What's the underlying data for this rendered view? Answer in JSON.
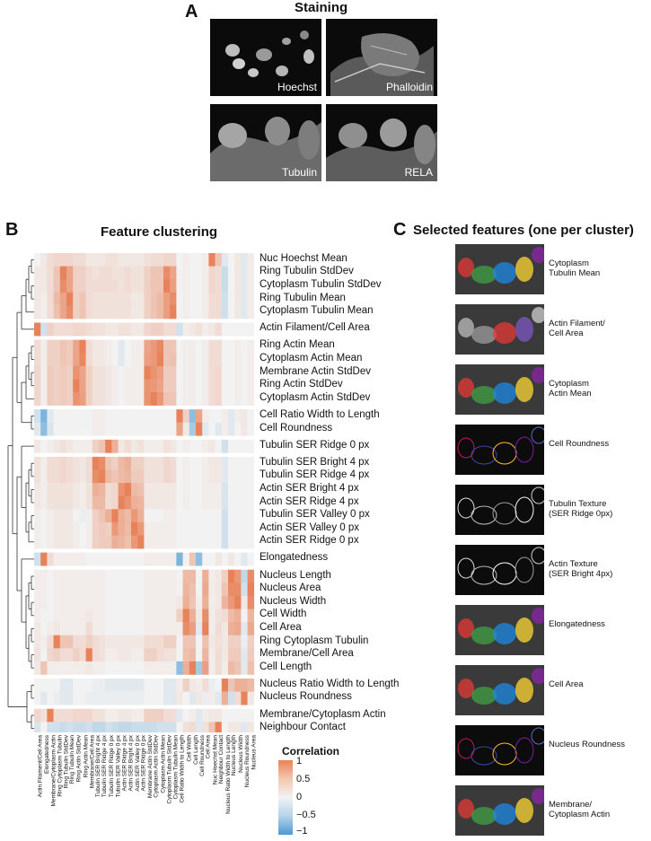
{
  "panel_a": {
    "letter": "A",
    "title": "Staining",
    "images": [
      {
        "label": "Hoechst"
      },
      {
        "label": "Phalloidin"
      },
      {
        "label": "Tubulin"
      },
      {
        "label": "RELA"
      }
    ]
  },
  "panel_b": {
    "letter": "B",
    "title": "Feature clustering"
  },
  "panel_c": {
    "letter": "C",
    "title": "Selected features (one per cluster)",
    "items": [
      {
        "label_line1": "Cytoplasm",
        "label_line2": "Tubulin Mean"
      },
      {
        "label_line1": "Actin Filament/",
        "label_line2": "Cell Area"
      },
      {
        "label_line1": "Cytoplasm",
        "label_line2": "Actin Mean"
      },
      {
        "label_line1": "Cell Roundness",
        "label_line2": ""
      },
      {
        "label_line1": "Tubulin Texture",
        "label_line2": "(SER Ridge 0px)"
      },
      {
        "label_line1": "Actin Texture",
        "label_line2": "(SER Bright 4px)"
      },
      {
        "label_line1": "Elongatedness",
        "label_line2": ""
      },
      {
        "label_line1": "Cell Area",
        "label_line2": ""
      },
      {
        "label_line1": "Nucleus Roundness",
        "label_line2": ""
      },
      {
        "label_line1": "Membrane/",
        "label_line2": "Cytoplasm Actin"
      }
    ]
  },
  "colors": {
    "positive": "#e8825a",
    "neutral": "#f2f2f2",
    "negative": "#4a9ad2"
  },
  "chart_data": {
    "type": "heatmap",
    "title": "Feature clustering",
    "row_labels": [
      "Nuc Hoechst Mean",
      "Ring Tubulin StdDev",
      "Cytoplasm Tubulin StdDev",
      "Ring Tubulin Mean",
      "Cytoplasm Tubulin Mean",
      "Actin Filament/Cell Area",
      "Ring Actin Mean",
      "Cytoplasm Actin Mean",
      "Membrane Actin StdDev",
      "Ring Actin StdDev",
      "Cytoplasm Actin StdDev",
      "Cell Ratio Width to Length",
      "Cell Roundness",
      "Tubulin SER Ridge 0 px",
      "Tubulin SER Bright 4 px",
      "Tubulin SER Ridge 4 px",
      "Actin SER Bright 4 px",
      "Actin SER Ridge 4 px",
      "Tubulin SER Valley 0 px",
      "Actin SER Valley 0 px",
      "Actin SER Ridge 0 px",
      "Elongatedness",
      "Nucleus Length",
      "Nucleus Area",
      "Nucleus Width",
      "Cell Width",
      "Cell Area",
      "Ring Cytoplasm Tubulin",
      "Membrane/Cell Area",
      "Cell Length",
      "Nucleus Ratio Width to Length",
      "Nucleus Roundness",
      "Membrane/Cytoplasm Actin",
      "Neighbour Contact"
    ],
    "row_groups": [
      5,
      1,
      5,
      2,
      1,
      7,
      1,
      8,
      2,
      2
    ],
    "col_labels": [
      "Actin Filament/Cell Area",
      "Elongatedness",
      "Membrane/Cytoplasm Actin",
      "Ring Cytoplasm Tubulin",
      "Ring Tubulin StdDev",
      "Ring Tubulin Mean",
      "Ring Actin StdDev",
      "Ring Actin Mean",
      "Membrane/Cell Area",
      "Tubulin SER Bright 4 px",
      "Tubulin SER Ridge 4 px",
      "Tubulin SER Ridge 0 px",
      "Tubulin SER Valley 0 px",
      "Actin SER Ridge 4 px",
      "Actin SER Bright 4 px",
      "Actin SER Valley 0 px",
      "Actin SER Ridge 0 px",
      "Membrane Actin StdDev",
      "Cytoplasm Actin StdDev",
      "Cytoplasm Actin Mean",
      "Cytoplasm Tubulin StdDev",
      "Cytoplasm Tubulin Mean",
      "Cell Ratio Width to Length",
      "Cell Width",
      "Cell Length",
      "Cell Roundness",
      "Cell Area",
      "Nuc Hoechst Mean",
      "Neighbour Contact",
      "Nucleus Ratio Width to Length",
      "Nucleus Length",
      "Nucleus Width",
      "Nucleus Roundness",
      "Nucleus Area"
    ],
    "legend": {
      "title": "Correlation",
      "ticks": [
        "1",
        "0.5",
        "0",
        "−0.5",
        "−1"
      ],
      "range": [
        -1,
        1
      ]
    },
    "values": [
      [
        0.0,
        0.1,
        0.2,
        0.25,
        0.25,
        0.25,
        0.2,
        0.2,
        0.1,
        0.1,
        0.1,
        0.15,
        0.15,
        0.1,
        0.1,
        0.1,
        0.1,
        0.15,
        0.2,
        0.2,
        0.25,
        0.25,
        0.0,
        0.05,
        0.0,
        0.0,
        0.05,
        1.0,
        0.4,
        -0.1,
        0.0,
        0.1,
        -0.1,
        0.05
      ],
      [
        0.1,
        0.1,
        0.2,
        0.4,
        1.0,
        0.7,
        0.3,
        0.3,
        0.2,
        0.15,
        0.2,
        0.2,
        0.15,
        0.15,
        0.2,
        0.15,
        0.15,
        0.3,
        0.4,
        0.4,
        0.9,
        0.7,
        0.0,
        0.05,
        0.0,
        0.0,
        0.05,
        0.25,
        0.2,
        -0.25,
        0.0,
        0.1,
        -0.1,
        0.05
      ],
      [
        0.1,
        0.1,
        0.2,
        0.4,
        0.9,
        0.7,
        0.3,
        0.3,
        0.2,
        0.2,
        0.2,
        0.2,
        0.2,
        0.15,
        0.2,
        0.15,
        0.15,
        0.3,
        0.4,
        0.4,
        1.0,
        0.75,
        0.0,
        0.05,
        0.0,
        0.0,
        0.05,
        0.25,
        0.2,
        -0.25,
        0.0,
        0.1,
        -0.1,
        0.05
      ],
      [
        0.1,
        0.05,
        0.2,
        0.5,
        0.7,
        1.0,
        0.3,
        0.4,
        0.2,
        0.15,
        0.15,
        0.15,
        0.15,
        0.15,
        0.15,
        0.1,
        0.1,
        0.3,
        0.4,
        0.5,
        0.75,
        0.9,
        0.0,
        0.05,
        0.0,
        0.0,
        0.05,
        0.2,
        0.2,
        -0.2,
        0.0,
        0.1,
        -0.1,
        0.05
      ],
      [
        0.1,
        0.05,
        0.2,
        0.45,
        0.7,
        0.9,
        0.3,
        0.4,
        0.2,
        0.15,
        0.15,
        0.15,
        0.15,
        0.15,
        0.15,
        0.1,
        0.1,
        0.3,
        0.4,
        0.5,
        0.75,
        1.0,
        0.0,
        0.05,
        0.0,
        0.0,
        0.05,
        0.2,
        0.2,
        -0.2,
        0.0,
        0.1,
        -0.1,
        0.05
      ],
      [
        1.0,
        -0.2,
        0.3,
        0.2,
        0.2,
        0.2,
        0.25,
        0.25,
        0.2,
        0.15,
        0.15,
        0.1,
        0.1,
        0.15,
        0.15,
        0.1,
        0.1,
        0.25,
        0.3,
        0.3,
        0.2,
        0.2,
        -0.2,
        0.05,
        0.1,
        0.15,
        0.05,
        0.1,
        0.2,
        0.0,
        0.0,
        0.0,
        0.0,
        0.0
      ],
      [
        0.2,
        0.05,
        0.3,
        0.3,
        0.4,
        0.35,
        0.7,
        1.0,
        0.2,
        0.1,
        0.1,
        0.05,
        0.0,
        -0.1,
        0.0,
        0.05,
        0.05,
        0.7,
        0.8,
        0.95,
        0.4,
        0.4,
        0.0,
        0.05,
        0.05,
        0.0,
        0.05,
        0.2,
        0.2,
        0.0,
        0.0,
        0.05,
        0.0,
        0.05
      ],
      [
        0.2,
        0.05,
        0.3,
        0.3,
        0.4,
        0.35,
        0.7,
        0.95,
        0.2,
        0.1,
        0.1,
        0.05,
        0.0,
        -0.1,
        0.0,
        0.05,
        0.05,
        0.75,
        0.8,
        1.0,
        0.4,
        0.45,
        0.0,
        0.05,
        0.05,
        0.0,
        0.05,
        0.2,
        0.2,
        0.0,
        0.0,
        0.05,
        0.0,
        0.05
      ],
      [
        0.25,
        0.05,
        0.35,
        0.3,
        0.35,
        0.3,
        0.85,
        0.7,
        0.3,
        0.15,
        0.15,
        0.1,
        0.05,
        0.0,
        0.05,
        0.05,
        0.05,
        1.0,
        0.85,
        0.75,
        0.35,
        0.35,
        0.0,
        0.05,
        0.05,
        0.0,
        0.05,
        0.2,
        0.25,
        0.0,
        0.0,
        0.05,
        0.0,
        0.05
      ],
      [
        0.25,
        0.05,
        0.35,
        0.3,
        0.35,
        0.3,
        1.0,
        0.7,
        0.3,
        0.15,
        0.15,
        0.1,
        0.05,
        0.0,
        0.05,
        0.05,
        0.05,
        0.85,
        0.8,
        0.7,
        0.35,
        0.35,
        0.0,
        0.05,
        0.05,
        0.0,
        0.05,
        0.2,
        0.25,
        0.0,
        0.0,
        0.05,
        0.0,
        0.05
      ],
      [
        0.25,
        0.05,
        0.35,
        0.3,
        0.35,
        0.3,
        0.85,
        0.75,
        0.3,
        0.15,
        0.15,
        0.1,
        0.05,
        0.0,
        0.05,
        0.05,
        0.05,
        0.85,
        1.0,
        0.8,
        0.4,
        0.4,
        0.0,
        0.05,
        0.05,
        0.0,
        0.05,
        0.2,
        0.25,
        0.0,
        0.0,
        0.05,
        0.0,
        0.05
      ],
      [
        -0.2,
        -0.7,
        -0.1,
        0.0,
        0.0,
        0.0,
        0.0,
        0.0,
        0.0,
        0.05,
        0.05,
        0.0,
        0.0,
        0.0,
        0.0,
        0.0,
        0.0,
        0.0,
        0.0,
        0.0,
        0.0,
        0.0,
        1.0,
        0.3,
        -0.6,
        0.7,
        0.05,
        0.0,
        0.0,
        0.05,
        -0.1,
        0.05,
        0.1,
        0.0
      ],
      [
        -0.1,
        -0.6,
        -0.15,
        0.0,
        0.0,
        0.0,
        0.0,
        0.0,
        0.0,
        0.05,
        0.05,
        0.0,
        0.0,
        0.0,
        0.0,
        0.0,
        0.0,
        0.0,
        0.0,
        0.0,
        0.0,
        0.0,
        0.7,
        0.1,
        -0.45,
        1.0,
        -0.1,
        0.0,
        -0.1,
        0.05,
        -0.1,
        0.0,
        0.1,
        0.0
      ],
      [
        0.1,
        0.0,
        0.05,
        0.1,
        0.15,
        0.1,
        0.05,
        0.05,
        0.05,
        0.3,
        0.4,
        1.0,
        0.6,
        0.1,
        0.2,
        0.1,
        0.15,
        0.05,
        0.05,
        0.05,
        0.15,
        0.1,
        0.0,
        0.05,
        0.0,
        0.0,
        0.05,
        0.1,
        0.0,
        -0.2,
        0.0,
        0.0,
        0.0,
        0.0
      ],
      [
        0.15,
        0.05,
        0.2,
        0.2,
        0.25,
        0.2,
        0.15,
        0.1,
        0.2,
        1.0,
        0.9,
        0.4,
        0.3,
        0.5,
        0.6,
        0.3,
        0.3,
        0.15,
        0.15,
        0.15,
        0.25,
        0.2,
        0.0,
        0.05,
        0.0,
        0.0,
        0.05,
        0.1,
        0.1,
        -0.1,
        0.0,
        0.0,
        0.0,
        0.0
      ],
      [
        0.15,
        0.05,
        0.2,
        0.2,
        0.25,
        0.2,
        0.15,
        0.1,
        0.2,
        0.9,
        1.0,
        0.5,
        0.4,
        0.5,
        0.55,
        0.35,
        0.35,
        0.15,
        0.15,
        0.15,
        0.25,
        0.2,
        0.0,
        0.05,
        0.0,
        0.0,
        0.05,
        0.1,
        0.1,
        -0.1,
        0.0,
        0.0,
        0.0,
        0.0
      ],
      [
        0.1,
        0.05,
        0.15,
        0.15,
        0.15,
        0.15,
        0.1,
        0.05,
        0.15,
        0.6,
        0.55,
        0.2,
        0.25,
        0.85,
        1.0,
        0.5,
        0.45,
        0.1,
        0.1,
        0.1,
        0.1,
        0.1,
        0.0,
        0.05,
        0.0,
        0.0,
        0.05,
        0.05,
        0.05,
        -0.15,
        0.0,
        0.0,
        0.0,
        0.0
      ],
      [
        0.1,
        0.05,
        0.15,
        0.15,
        0.15,
        0.15,
        0.1,
        0.05,
        0.15,
        0.5,
        0.5,
        0.2,
        0.25,
        1.0,
        0.85,
        0.6,
        0.55,
        0.1,
        0.1,
        0.1,
        0.1,
        0.1,
        0.0,
        0.05,
        0.0,
        0.0,
        0.05,
        0.05,
        0.05,
        -0.15,
        0.0,
        0.0,
        0.0,
        0.0
      ],
      [
        0.05,
        0.0,
        0.05,
        0.1,
        0.1,
        0.1,
        0.0,
        -0.05,
        0.05,
        0.3,
        0.4,
        0.6,
        1.0,
        0.6,
        0.5,
        0.8,
        0.6,
        0.0,
        0.0,
        0.0,
        0.05,
        0.05,
        0.0,
        0.0,
        0.0,
        0.0,
        0.0,
        0.0,
        0.0,
        -0.2,
        0.0,
        0.0,
        0.0,
        0.0
      ],
      [
        0.05,
        0.0,
        0.05,
        0.1,
        0.1,
        0.1,
        0.05,
        0.0,
        0.05,
        0.3,
        0.35,
        0.3,
        0.8,
        0.6,
        0.5,
        1.0,
        0.8,
        0.05,
        0.05,
        0.05,
        0.05,
        0.05,
        0.0,
        0.0,
        0.0,
        0.0,
        0.0,
        0.0,
        0.0,
        -0.2,
        0.0,
        0.0,
        0.0,
        0.0
      ],
      [
        0.05,
        0.0,
        0.05,
        0.1,
        0.1,
        0.1,
        0.05,
        0.0,
        0.05,
        0.3,
        0.35,
        0.35,
        0.6,
        0.55,
        0.45,
        0.8,
        1.0,
        0.05,
        0.05,
        0.05,
        0.05,
        0.05,
        0.0,
        0.0,
        0.0,
        0.0,
        0.0,
        0.0,
        0.0,
        -0.2,
        0.0,
        0.0,
        0.0,
        0.0
      ],
      [
        -0.2,
        1.0,
        0.2,
        0.05,
        0.05,
        0.05,
        0.05,
        0.05,
        0.0,
        0.0,
        0.0,
        0.0,
        0.0,
        0.0,
        0.0,
        0.0,
        0.0,
        0.05,
        0.05,
        0.05,
        0.05,
        0.05,
        -0.7,
        0.0,
        0.4,
        -0.6,
        0.0,
        0.0,
        0.1,
        0.0,
        0.1,
        0.0,
        -0.1,
        0.0
      ],
      [
        0.05,
        0.05,
        0.0,
        0.05,
        0.05,
        0.05,
        0.05,
        0.05,
        0.05,
        0.05,
        0.05,
        0.0,
        0.0,
        0.0,
        0.0,
        0.0,
        0.0,
        0.05,
        0.05,
        0.05,
        0.05,
        0.05,
        0.0,
        0.5,
        0.5,
        0.0,
        0.6,
        0.05,
        0.1,
        0.3,
        1.0,
        0.8,
        -0.3,
        0.9
      ],
      [
        0.05,
        0.05,
        0.0,
        0.05,
        0.05,
        0.05,
        0.05,
        0.05,
        0.05,
        0.05,
        0.05,
        0.0,
        0.0,
        0.0,
        0.0,
        0.0,
        0.0,
        0.05,
        0.05,
        0.05,
        0.05,
        0.05,
        0.0,
        0.55,
        0.45,
        0.0,
        0.65,
        0.05,
        0.1,
        0.4,
        0.9,
        0.9,
        -0.2,
        1.0
      ],
      [
        0.05,
        0.05,
        0.0,
        0.05,
        0.05,
        0.05,
        0.05,
        0.05,
        0.05,
        0.05,
        0.05,
        0.0,
        0.0,
        0.0,
        0.0,
        0.0,
        0.0,
        0.05,
        0.05,
        0.05,
        0.05,
        0.05,
        0.1,
        0.6,
        0.4,
        0.05,
        0.6,
        0.05,
        0.1,
        0.55,
        0.8,
        1.0,
        0.1,
        0.9
      ],
      [
        0.05,
        0.0,
        0.0,
        0.05,
        0.05,
        0.05,
        0.05,
        0.05,
        0.1,
        0.05,
        0.05,
        0.0,
        0.0,
        0.0,
        0.0,
        0.0,
        0.0,
        0.05,
        0.05,
        0.05,
        0.05,
        0.05,
        0.3,
        1.0,
        0.6,
        0.1,
        0.9,
        0.05,
        0.15,
        0.2,
        0.5,
        0.6,
        0.0,
        0.55
      ],
      [
        0.1,
        0.0,
        0.05,
        0.1,
        0.05,
        0.05,
        0.05,
        0.05,
        0.2,
        0.05,
        0.05,
        0.0,
        0.0,
        0.0,
        0.0,
        0.0,
        0.0,
        0.05,
        0.05,
        0.05,
        0.05,
        0.05,
        0.05,
        0.9,
        0.75,
        -0.1,
        1.0,
        0.05,
        0.2,
        0.1,
        0.6,
        0.65,
        -0.1,
        0.65
      ],
      [
        0.1,
        0.05,
        0.2,
        1.0,
        0.4,
        0.4,
        0.2,
        0.2,
        0.3,
        0.2,
        0.15,
        0.1,
        0.1,
        0.1,
        0.1,
        0.1,
        0.1,
        0.2,
        0.2,
        0.2,
        0.3,
        0.3,
        0.0,
        0.4,
        0.4,
        0.0,
        0.45,
        0.1,
        0.15,
        0.1,
        0.3,
        0.3,
        -0.05,
        0.3
      ],
      [
        0.15,
        0.0,
        0.25,
        0.3,
        0.2,
        0.2,
        0.3,
        0.2,
        1.0,
        0.2,
        0.15,
        0.05,
        0.05,
        0.1,
        0.1,
        0.05,
        0.05,
        0.3,
        0.3,
        0.2,
        0.15,
        0.15,
        0.0,
        0.45,
        0.5,
        0.0,
        0.55,
        0.05,
        0.2,
        0.1,
        0.35,
        0.35,
        -0.1,
        0.35
      ],
      [
        0.1,
        0.4,
        0.05,
        0.05,
        0.05,
        0.05,
        0.05,
        0.05,
        0.1,
        0.05,
        0.05,
        0.0,
        0.0,
        0.0,
        0.0,
        0.0,
        0.0,
        0.05,
        0.05,
        0.05,
        0.05,
        0.05,
        -0.6,
        0.6,
        1.0,
        -0.45,
        0.75,
        0.05,
        0.2,
        0.05,
        0.5,
        0.4,
        -0.1,
        0.45
      ],
      [
        0.0,
        0.0,
        0.0,
        0.0,
        -0.1,
        -0.1,
        0.0,
        0.0,
        0.0,
        -0.05,
        -0.05,
        -0.1,
        -0.1,
        -0.1,
        -0.1,
        -0.1,
        -0.1,
        0.0,
        0.0,
        0.0,
        -0.1,
        -0.1,
        0.05,
        0.3,
        0.1,
        0.05,
        0.2,
        -0.05,
        0.0,
        1.0,
        0.4,
        0.6,
        0.6,
        0.5
      ],
      [
        0.0,
        -0.1,
        0.0,
        -0.05,
        -0.1,
        -0.1,
        0.0,
        0.0,
        -0.05,
        -0.05,
        -0.05,
        -0.05,
        -0.05,
        -0.05,
        -0.05,
        -0.05,
        -0.05,
        0.0,
        0.0,
        0.0,
        -0.1,
        -0.1,
        0.1,
        0.0,
        -0.1,
        0.1,
        -0.05,
        0.05,
        -0.1,
        0.6,
        -0.2,
        0.2,
        1.0,
        0.1
      ],
      [
        0.25,
        0.15,
        1.0,
        0.2,
        0.2,
        0.2,
        0.25,
        0.25,
        0.25,
        0.15,
        0.15,
        0.05,
        0.05,
        0.1,
        0.1,
        0.05,
        0.05,
        0.3,
        0.3,
        0.3,
        0.2,
        0.2,
        -0.1,
        0.0,
        0.05,
        -0.1,
        0.05,
        0.1,
        0.1,
        0.0,
        0.0,
        0.0,
        0.0,
        0.0
      ],
      [
        -0.15,
        0.0,
        -0.2,
        -0.2,
        -0.25,
        -0.2,
        -0.25,
        -0.25,
        -0.2,
        -0.3,
        -0.3,
        -0.2,
        -0.25,
        -0.3,
        -0.3,
        -0.25,
        -0.25,
        -0.25,
        -0.25,
        -0.2,
        -0.2,
        -0.2,
        0.0,
        0.15,
        0.2,
        -0.1,
        0.15,
        0.4,
        1.0,
        0.0,
        0.1,
        0.1,
        -0.1,
        0.1
      ]
    ]
  }
}
